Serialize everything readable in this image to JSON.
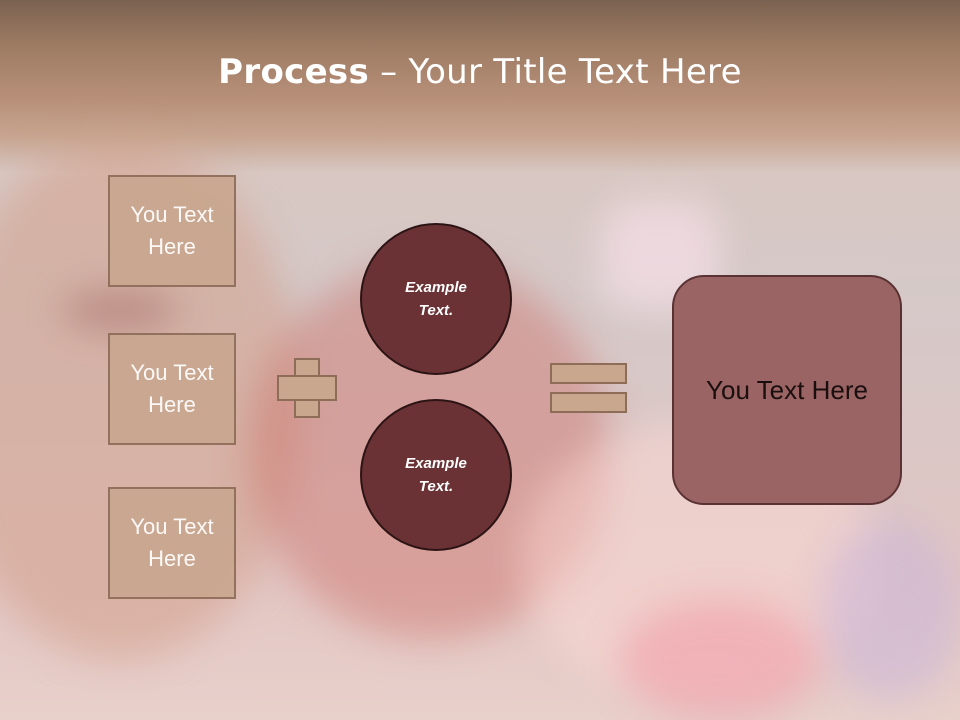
{
  "title": {
    "bold": "Process",
    "rest": " – Your Title Text Here"
  },
  "left_boxes": [
    {
      "label": "You Text Here"
    },
    {
      "label": "You Text Here"
    },
    {
      "label": "You Text Here"
    }
  ],
  "circles": [
    {
      "label": "Example Text."
    },
    {
      "label": "Example Text."
    }
  ],
  "result": {
    "label": "You Text Here"
  },
  "colors": {
    "box_fill": "#c9a78f",
    "box_border": "#8d6c58",
    "circle_fill": "#6b3235",
    "result_fill": "#9a6464",
    "header": "#9c7a62"
  }
}
